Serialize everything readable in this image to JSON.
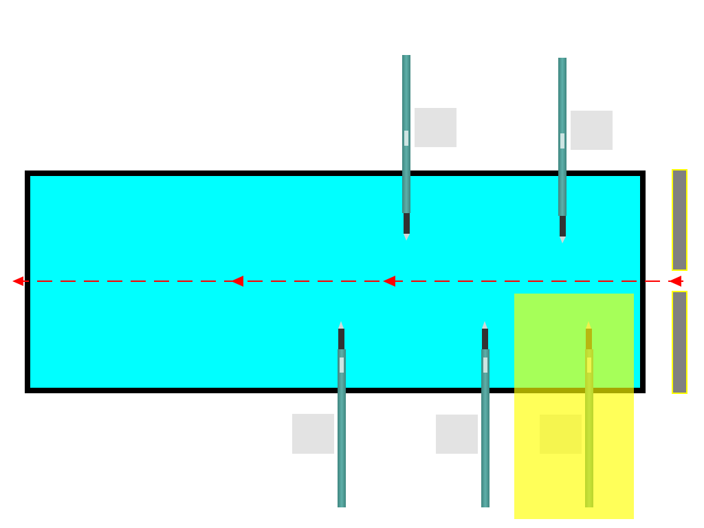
{
  "colors": {
    "background": "#ffffff",
    "tank_fill": "#00ffff",
    "tank_border": "#000000",
    "flow_arrow": "#ff0000",
    "probe_body": "#4c9a94",
    "probe_tip": "#333333",
    "label_box": "#e3e3e3",
    "side_panel": "#808080",
    "side_panel_border": "#ffff00",
    "highlight": "#ffff00"
  },
  "diagram": {
    "flow_direction": "right-to-left",
    "probes": [
      {
        "id": "probe-top-1",
        "side": "top"
      },
      {
        "id": "probe-top-2",
        "side": "top"
      },
      {
        "id": "probe-bottom-1",
        "side": "bottom"
      },
      {
        "id": "probe-bottom-2",
        "side": "bottom"
      },
      {
        "id": "probe-bottom-3",
        "side": "bottom",
        "highlighted": true
      }
    ],
    "label_boxes": 5,
    "side_panels": 2,
    "highlight_opacity": 0.65
  }
}
